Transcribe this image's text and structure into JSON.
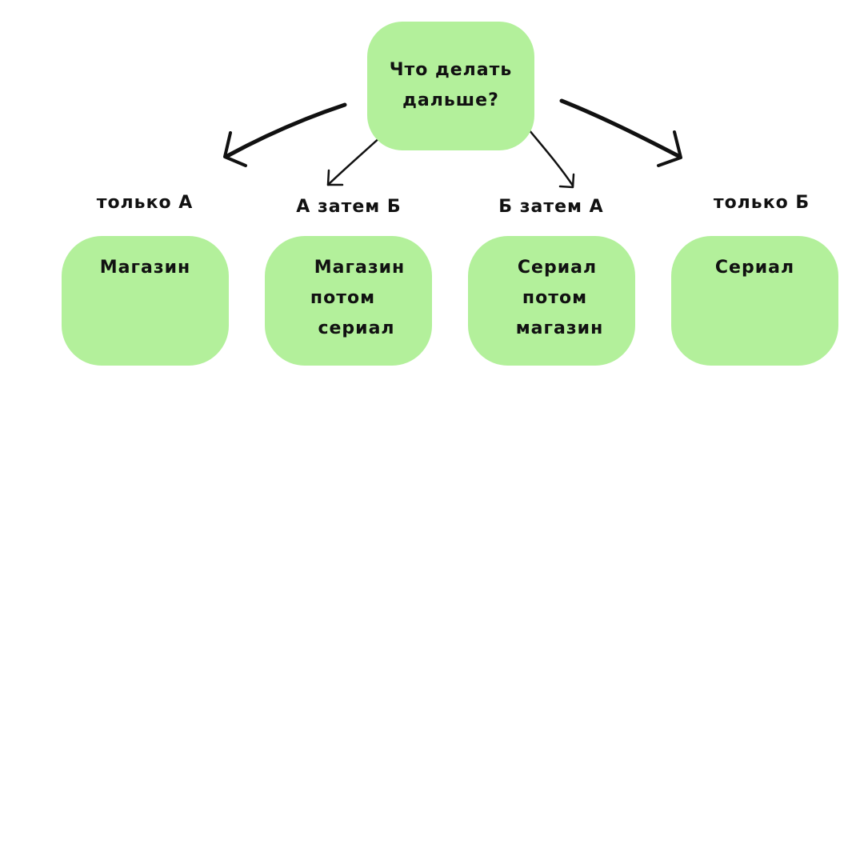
{
  "root": {
    "lines": [
      "Что делать",
      "дальше?"
    ]
  },
  "options": [
    {
      "label": "только А",
      "lines": [
        "Магазин"
      ]
    },
    {
      "label": "А затем Б",
      "lines": [
        "Магазин",
        "потом",
        "сериал"
      ]
    },
    {
      "label": "Б затем А",
      "lines": [
        "Сериал",
        "потом",
        "магазин"
      ]
    },
    {
      "label": "только Б",
      "lines": [
        "Сериал"
      ]
    }
  ],
  "colors": {
    "box_fill": "#b3f09b",
    "text": "#111111",
    "arrow": "#111111",
    "background": "#ffffff"
  }
}
